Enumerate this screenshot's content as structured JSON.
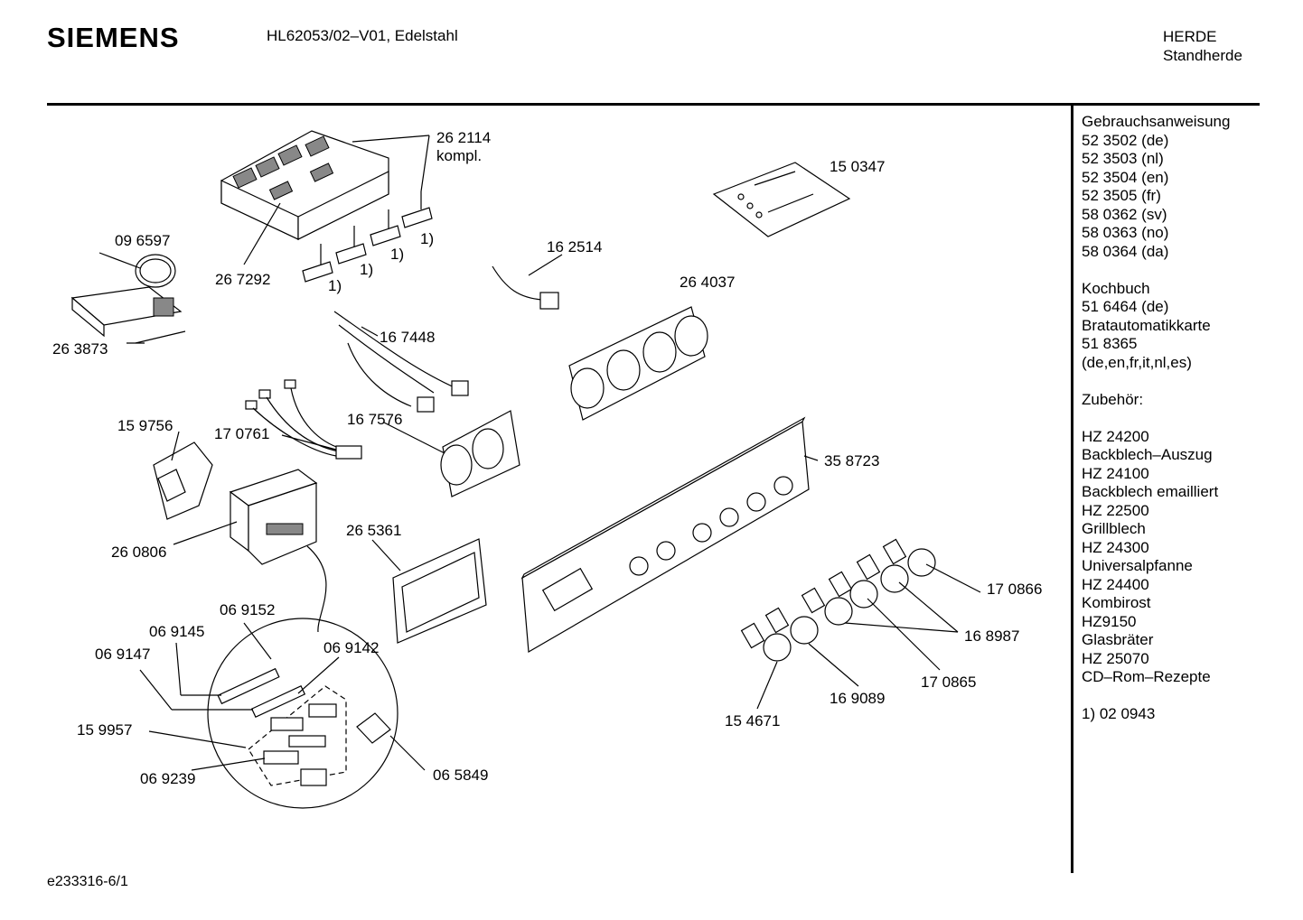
{
  "header": {
    "brand": "SIEMENS",
    "model": "HL62053/02–V01, Edelstahl",
    "category_line1": "HERDE",
    "category_line2": "Standherde"
  },
  "sidebar": {
    "lines": [
      "Gebrauchsanweisung",
      "52 3502 (de)",
      "52 3503 (nl)",
      "52 3504 (en)",
      "52 3505 (fr)",
      "58 0362 (sv)",
      "58 0363 (no)",
      "58 0364 (da)",
      "",
      "Kochbuch",
      "51 6464 (de)",
      "Bratautomatikkarte",
      "51 8365",
      "(de,en,fr,it,nl,es)",
      "",
      "Zubehör:",
      "",
      "HZ 24200",
      "Backblech–Auszug",
      "HZ 24100",
      "Backblech emailliert",
      "HZ 22500",
      "Grillblech",
      "HZ 24300",
      "Universalpfanne",
      "HZ 24400",
      "Kombirost",
      "HZ9150",
      "Glasbräter",
      "HZ 25070",
      "CD–Rom–Rezepte",
      "",
      "1) 02 0943"
    ]
  },
  "footer": {
    "code": "e233316-6/1"
  },
  "parts": {
    "p262114": "26 2114",
    "kompl": "kompl.",
    "p150347": "15 0347",
    "p096597": "09 6597",
    "p267292": "26 7292",
    "note1a": "1)",
    "note1b": "1)",
    "note1c": "1)",
    "note1d": "1)",
    "p162514": "16 2514",
    "p264037": "26 4037",
    "p263873": "26 3873",
    "p167448": "16 7448",
    "p159756": "15 9756",
    "p170761": "17 0761",
    "p167576": "16 7576",
    "p358723": "35 8723",
    "p265361": "26 5361",
    "p260806": "26 0806",
    "p069152": "06 9152",
    "p069145": "06 9145",
    "p069147": "06 9147",
    "p069142": "06 9142",
    "p159957": "15 9957",
    "p069239": "06 9239",
    "p065849": "06 5849",
    "p170866": "17 0866",
    "p168987": "16 8987",
    "p170865": "17 0865",
    "p169089": "16 9089",
    "p154671": "15 4671"
  }
}
